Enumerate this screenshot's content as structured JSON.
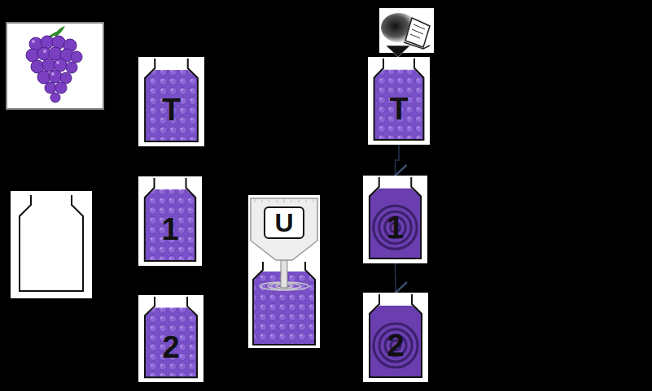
{
  "diagram": {
    "nodes": [
      {
        "text": [
          "T"
        ]
      },
      {
        "text": [
          "1"
        ]
      },
      {
        "text": [
          "2"
        ]
      },
      {
        "text": [
          "U"
        ]
      },
      {
        "text": [
          "T"
        ]
      },
      {
        "text": [
          "1"
        ]
      },
      {
        "text": [
          "2"
        ]
      }
    ],
    "edges": [
      {
        "from": 4,
        "to": 5,
        "arrow": "to"
      },
      {
        "from": 5,
        "to": 6,
        "arrow": "to"
      }
    ]
  }
}
